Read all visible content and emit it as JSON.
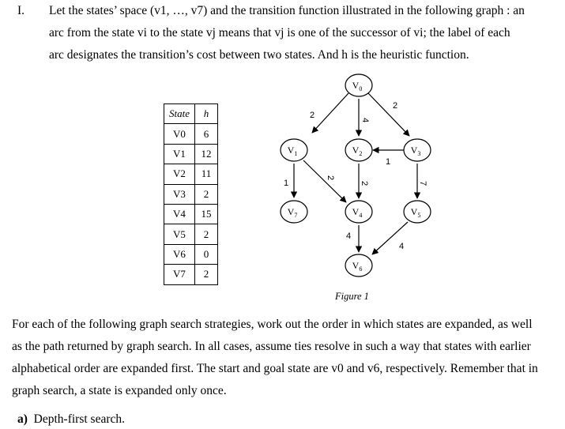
{
  "intro": {
    "number": "I.",
    "lines": [
      "Let the states’ space (v1, …, v7) and the transition function illustrated in the following graph : an",
      "arc from the state  vi  to the state vj means that vj  is one of  the successor of vi; the label of each",
      "arc designates the transition’s cost between two states. And h is the heuristic function."
    ]
  },
  "table": {
    "headers": [
      "State",
      "h"
    ],
    "rows": [
      {
        "state": "V0",
        "h": "6"
      },
      {
        "state": "V1",
        "h": "12"
      },
      {
        "state": "V2",
        "h": "11"
      },
      {
        "state": "V3",
        "h": "2"
      },
      {
        "state": "V4",
        "h": "15"
      },
      {
        "state": "V5",
        "h": "2"
      },
      {
        "state": "V6",
        "h": "0"
      },
      {
        "state": "V7",
        "h": "2"
      }
    ]
  },
  "graph": {
    "nodes": [
      {
        "id": "V0",
        "label": "V",
        "sub": "0"
      },
      {
        "id": "V1",
        "label": "V",
        "sub": "1"
      },
      {
        "id": "V2",
        "label": "V",
        "sub": "2"
      },
      {
        "id": "V3",
        "label": "V",
        "sub": "3"
      },
      {
        "id": "V4",
        "label": "V",
        "sub": "4"
      },
      {
        "id": "V5",
        "label": "V",
        "sub": "5"
      },
      {
        "id": "V6",
        "label": "V",
        "sub": "6"
      },
      {
        "id": "V7",
        "label": "V",
        "sub": "7"
      }
    ],
    "edges": [
      {
        "from": "V0",
        "to": "V1",
        "cost": "2"
      },
      {
        "from": "V0",
        "to": "V2",
        "cost": "4"
      },
      {
        "from": "V0",
        "to": "V3",
        "cost": "2"
      },
      {
        "from": "V3",
        "to": "V2",
        "cost": "1"
      },
      {
        "from": "V1",
        "to": "V7",
        "cost": "1"
      },
      {
        "from": "V1",
        "to": "V4",
        "cost": "2"
      },
      {
        "from": "V2",
        "to": "V4",
        "cost": "2"
      },
      {
        "from": "V3",
        "to": "V5",
        "cost": "7"
      },
      {
        "from": "V4",
        "to": "V6",
        "cost": "4"
      },
      {
        "from": "V5",
        "to": "V6",
        "cost": "4"
      }
    ],
    "caption": "Figure 1"
  },
  "body": {
    "lines": [
      "For each of the following graph search strategies, work out the order in which states are expanded, as well",
      "as the path returned by graph search. In all cases, assume ties resolve in such a way that states with earlier",
      "alphabetical order are expanded first. The start and goal state are v0 and v6, respectively. Remember that in",
      "graph search, a state is expanded only  once."
    ]
  },
  "question": {
    "label": "a)",
    "text": "Depth-first search."
  }
}
